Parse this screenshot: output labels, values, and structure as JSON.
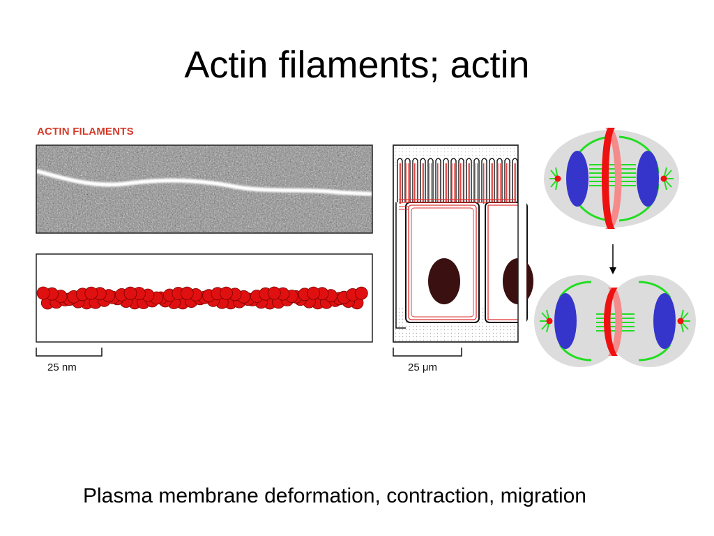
{
  "slide": {
    "title": "Actin filaments; actin",
    "caption": "Plasma membrane deformation, contraction, migration"
  },
  "figure": {
    "label": "ACTIN FILAMENTS",
    "scale_left": "25 nm",
    "scale_right": "25 μm"
  },
  "colors": {
    "label_red": "#d23a2a",
    "actin_red": "#e01010",
    "cell_line": "#e03030",
    "nucleus": "#3a1010",
    "spindle_green": "#22dd22",
    "pole_blue": "#3535cc",
    "ring_red": "#ee1111",
    "cell_gray": "#dcdcdc"
  }
}
